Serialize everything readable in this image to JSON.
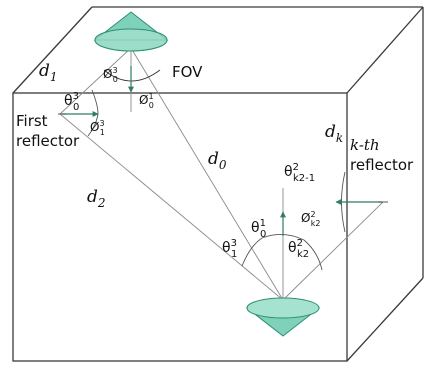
{
  "colors": {
    "box_line": "#3a3a3a",
    "ray_line": "#8a8a8a",
    "cone_fill": "#7fd1b9",
    "cone_stroke": "#2e8f73",
    "arrow_green": "#2f7d63"
  },
  "labels": {
    "fov": "FOV",
    "first_reflector": [
      "First",
      "reflector"
    ],
    "kth_reflector": [
      "k-th",
      "reflector"
    ],
    "d1": {
      "base": "d",
      "sub": "1"
    },
    "d0": {
      "base": "d",
      "sub": "0"
    },
    "d2": {
      "base": "d",
      "sub": "2"
    },
    "dk": {
      "base": "d",
      "sub": "k"
    },
    "phi3_0": {
      "base": "Ø",
      "sup": "3",
      "sub": "0"
    },
    "phi1_0": {
      "base": "Ø",
      "sup": "1",
      "sub": "0"
    },
    "theta0_3": {
      "base": "θ",
      "sub": "0",
      "sup": "3"
    },
    "phi3_1": {
      "base": "Ø",
      "sup": "3",
      "sub": "1"
    },
    "theta2_k2_1": {
      "base": "θ",
      "sup": "2",
      "sub": "k2-1"
    },
    "phi2_k2": {
      "base": "Ø",
      "sup": "2",
      "sub": "k2"
    },
    "theta1_0": {
      "base": "θ",
      "sup": "1",
      "sub": "0"
    },
    "theta3_1": {
      "base": "θ",
      "sup": "3",
      "sub": "1"
    },
    "theta2_k2": {
      "base": "θ",
      "sup": "2",
      "sub": "k2"
    }
  }
}
